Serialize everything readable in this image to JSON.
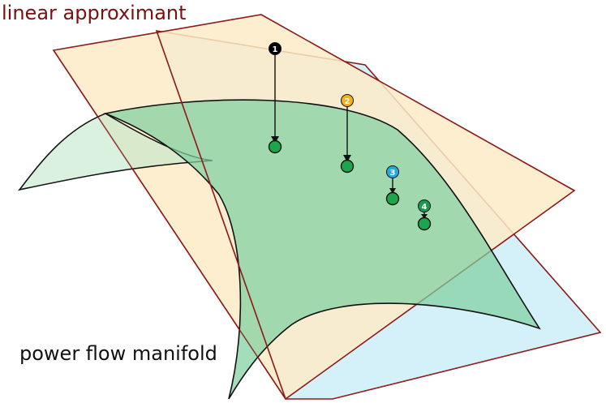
{
  "labels": {
    "linear_approximant": "linear approximant",
    "power_flow_manifold": "power flow manifold"
  },
  "markers": [
    {
      "number": "1",
      "color": "#000000"
    },
    {
      "number": "2",
      "color": "#f2b01e"
    },
    {
      "number": "3",
      "color": "#29a8e0"
    },
    {
      "number": "4",
      "color": "#1a9a54"
    }
  ],
  "colors": {
    "approximant_text": "#7a1010",
    "plane_edge": "#8b1a1a",
    "plane_a_fill": "#fdebc8",
    "plane_b_fill": "#cdeef8",
    "manifold_fill": "#7fd0a0",
    "point_green": "#1aa64a"
  }
}
